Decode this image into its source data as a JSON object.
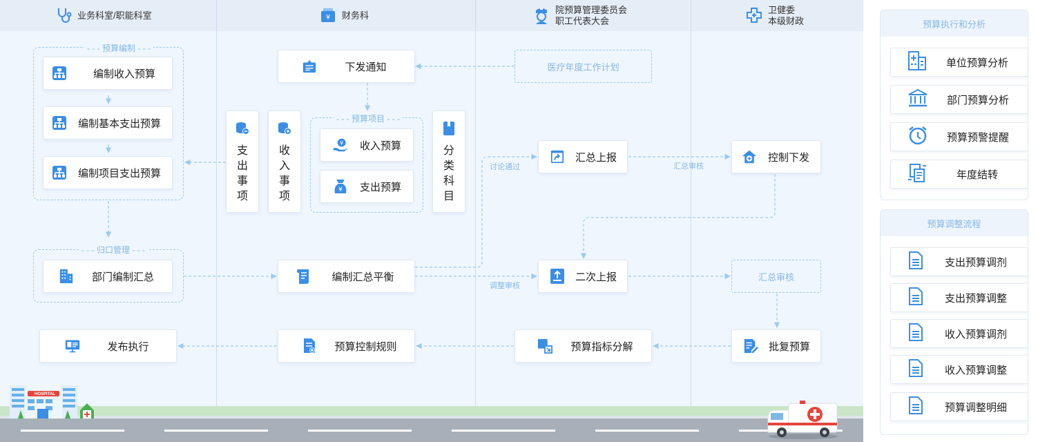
{
  "lanes": {
    "dept": "业务科室/职能科室",
    "finance": "财务科",
    "committee_line1": "院预算管理委员会",
    "committee_line2": "职工代表大会",
    "health_line1": "卫健委",
    "health_line2": "本级财政"
  },
  "groups": {
    "budget_compile": "预算编制",
    "centralized": "归口管理",
    "budget_items": "预算项目"
  },
  "nodes": {
    "income_budget_compile": "编制收入预算",
    "basic_expense_compile": "编制基本支出预算",
    "project_expense_compile": "编制项目支出预算",
    "dept_summary": "部门编制汇总",
    "publish": "发布执行",
    "notice": "下发通知",
    "income_budget": "收入预算",
    "expense_budget": "支出预算",
    "compile_balance": "编制汇总平衡",
    "control_rules": "预算控制规则",
    "medical_plan": "医疗年度工作计划",
    "summary_report": "汇总上报",
    "second_report": "二次上报",
    "indicator_split": "预算指标分解",
    "control_issue": "控制下发",
    "summary_review_ghost": "汇总审核",
    "approve_budget": "批复预算"
  },
  "vertical_nodes": {
    "expense_items": [
      "支",
      "出",
      "事",
      "项"
    ],
    "income_items": [
      "收",
      "入",
      "事",
      "项"
    ],
    "subject_class": [
      "分",
      "类",
      "科",
      "目"
    ]
  },
  "edge_labels": {
    "discussion_passed": "讨论通过",
    "summary_review": "汇总审核",
    "adjust_review": "调整审核"
  },
  "panels": {
    "analysis": {
      "title": "预算执行和分析",
      "items": [
        {
          "label": "单位预算分析",
          "icon": "building-chart-icon"
        },
        {
          "label": "部门预算分析",
          "icon": "bank-icon"
        },
        {
          "label": "预算预警提醒",
          "icon": "alarm-clock-icon"
        },
        {
          "label": "年度结转",
          "icon": "transfer-icon"
        }
      ]
    },
    "adjust": {
      "title": "预算调整流程",
      "items": [
        {
          "label": "支出预算调剂",
          "icon": "document-icon"
        },
        {
          "label": "支出预算调整",
          "icon": "document-icon"
        },
        {
          "label": "收入预算调剂",
          "icon": "document-icon"
        },
        {
          "label": "收入预算调整",
          "icon": "document-icon"
        },
        {
          "label": "预算调整明细",
          "icon": "document-icon"
        }
      ]
    }
  },
  "decor": {
    "hospital_sign": "HOSPITAL"
  },
  "colors": {
    "accent": "#3a8ee6",
    "lane_bg": "#eff6fd",
    "dashed": "#9ccaf0",
    "muted_text": "#86b8e8"
  }
}
